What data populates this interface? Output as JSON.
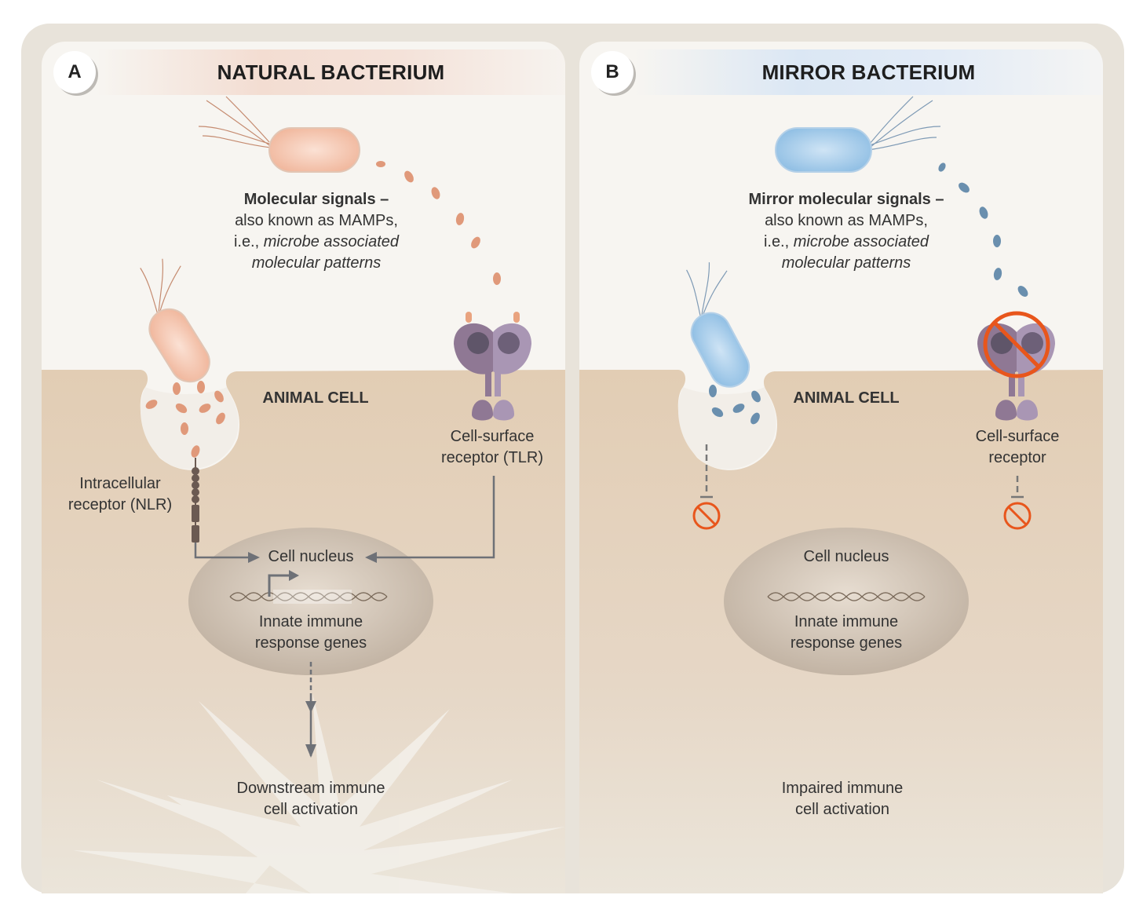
{
  "panels": {
    "a": {
      "badge": "A",
      "title": "NATURAL BACTERIUM",
      "bacterium_color": "#f2b9a0",
      "signal_color": "#e0997a",
      "signals_heading": "Molecular signals –",
      "signals_line2": "also known as MAMPs,",
      "signals_line3_prefix": "i.e., ",
      "signals_line3_italic": "microbe associated",
      "signals_line4_italic": "molecular patterns",
      "cell_label": "ANIMAL CELL",
      "intracellular_label_1": "Intracellular",
      "intracellular_label_2": "receptor (NLR)",
      "surface_label_1": "Cell-surface",
      "surface_label_2": "receptor (TLR)",
      "nucleus_label": "Cell nucleus",
      "genes_label_1": "Innate immune",
      "genes_label_2": "response genes",
      "outcome_1": "Downstream immune",
      "outcome_2": "cell activation"
    },
    "b": {
      "badge": "B",
      "title": "MIRROR BACTERIUM",
      "bacterium_color": "#9cc7e8",
      "signal_color": "#6a8fae",
      "blocked_color": "#e8561c",
      "signals_heading": "Mirror molecular signals –",
      "signals_line2": "also known as MAMPs,",
      "signals_line3_prefix": "i.e., ",
      "signals_line3_italic": "microbe associated",
      "signals_line4_italic": "molecular patterns",
      "cell_label": "ANIMAL CELL",
      "surface_label_1": "Cell-surface",
      "surface_label_2": "receptor",
      "nucleus_label": "Cell nucleus",
      "genes_label_1": "Innate immune",
      "genes_label_2": "response genes",
      "outcome_1": "Impaired immune",
      "outcome_2": "cell activation"
    }
  }
}
